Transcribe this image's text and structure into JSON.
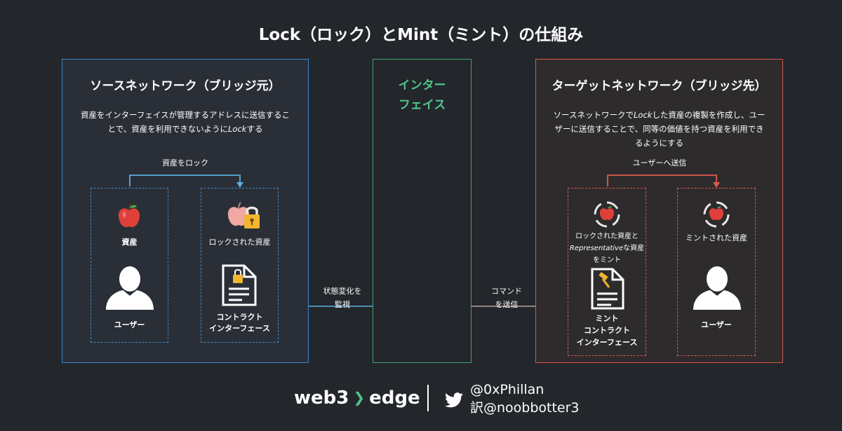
{
  "title": "Lock（ロック）とMint（ミント）の仕組み",
  "source": {
    "heading": "ソースネットワーク（ブリッジ元）",
    "desc_line1": "資産をインターフェイスが管理するアドレスに送信するこ",
    "desc_line2": "とで、資産を利用できないように",
    "desc_lock": "Lock",
    "desc_line2_end": "する",
    "arrow_label": "資産をロック",
    "asset_label": "資産",
    "locked_label": "ロックされた資産",
    "user_label": "ユーザー",
    "contract_line1": "コントラクト",
    "contract_line2": "インターフェース"
  },
  "interface": {
    "line1": "インター",
    "line2": "フェイス"
  },
  "target": {
    "heading": "ターゲットネットワーク（ブリッジ先）",
    "desc_line1_a": "ソースネットワークで",
    "desc_lock": "Lock",
    "desc_line1_b": "した資産の複製を作成し、ユー",
    "desc_line2": "ザーに送信することで、同等の価値を持つ資産を利用でき",
    "desc_line3": "るようにする",
    "arrow_label": "ユーザーへ送信",
    "mint_label_line1": "ロックされた資産と",
    "mint_label_rep": "Representative",
    "mint_label_line2_end": "な資産",
    "mint_label_line3": "をミント",
    "minted_label": "ミントされた資産",
    "contract_line1": "ミント",
    "contract_line2": "コントラクト",
    "contract_line3": "インターフェース",
    "user_label": "ユーザー"
  },
  "monitor_label_line1": "状態変化を",
  "monitor_label_line2": "監視",
  "command_label_line1": "コマンド",
  "command_label_line2": "を送信",
  "footer": {
    "brand_a": "web3",
    "brand_chevron": "❯",
    "brand_b": "edge",
    "handle": "@0xPhillan",
    "translator": "訳@noobbotter3"
  },
  "colors": {
    "source_border": "#3a86c8",
    "interface_border": "#3fa56b",
    "target_border": "#d9574a",
    "apple": "#e0403a",
    "lock": "#f2b630",
    "brand_green": "#52c48a"
  }
}
